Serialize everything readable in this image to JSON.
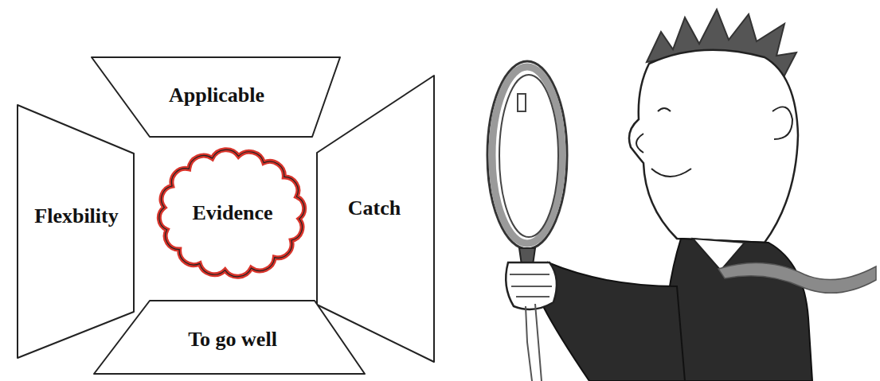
{
  "diagram": {
    "nodes": [
      {
        "text": [
          "Applicable"
        ]
      },
      {
        "text": [
          "Flexbility"
        ]
      },
      {
        "text": [
          "Evidence"
        ]
      },
      {
        "text": [
          "Catch"
        ]
      },
      {
        "text": [
          "To go well"
        ]
      }
    ]
  }
}
